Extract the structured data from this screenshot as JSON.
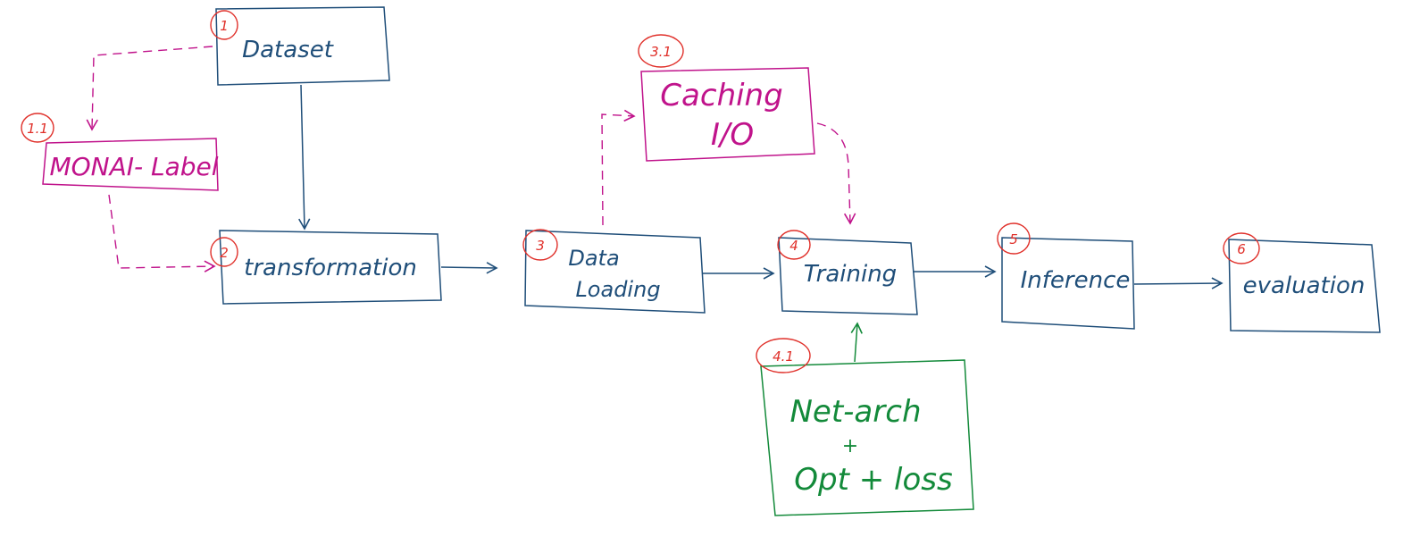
{
  "colors": {
    "blue": "#1f4e79",
    "magenta": "#c0138b",
    "green": "#138a3a",
    "badge_red": "#e0302a"
  },
  "nodes": {
    "dataset": {
      "label": "Dataset",
      "badge": "1"
    },
    "monai_label": {
      "label": "MONAI- Label",
      "badge": "1.1"
    },
    "transformation": {
      "label": "transformation",
      "badge": "2"
    },
    "data_loading": {
      "label_line1": "Data",
      "label_line2": "Loading",
      "badge": "3"
    },
    "caching_io": {
      "label_line1": "Caching",
      "label_line2": "I/O",
      "badge": "3.1"
    },
    "training": {
      "label": "Training",
      "badge": "4"
    },
    "net_arch": {
      "label_line1": "Net-arch",
      "label_line2": "+",
      "label_line3": "Opt + loss",
      "badge": "4.1"
    },
    "inference": {
      "label": "Inference",
      "badge": "5"
    },
    "evaluation": {
      "label": "evaluation",
      "badge": "6"
    }
  }
}
